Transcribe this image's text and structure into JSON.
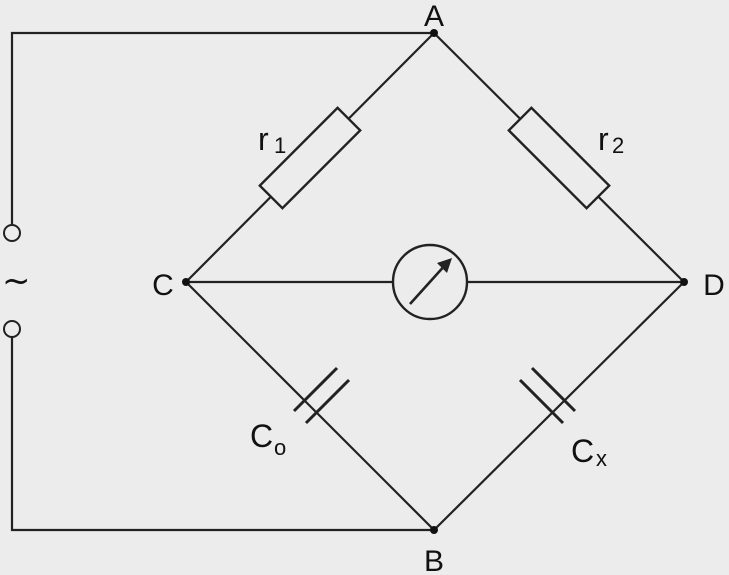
{
  "nodes": {
    "a": "A",
    "b": "B",
    "c": "C",
    "d": "D"
  },
  "components": {
    "r1": {
      "main": "r",
      "sub": "1"
    },
    "r2": {
      "main": "r",
      "sub": "2"
    },
    "c0": {
      "main": "C",
      "sub": "o"
    },
    "cx": {
      "main": "C",
      "sub": "x"
    }
  },
  "source": {
    "symbol": "~"
  },
  "icons": {
    "meter": "galvanometer-icon",
    "source": "ac-source-icon"
  }
}
